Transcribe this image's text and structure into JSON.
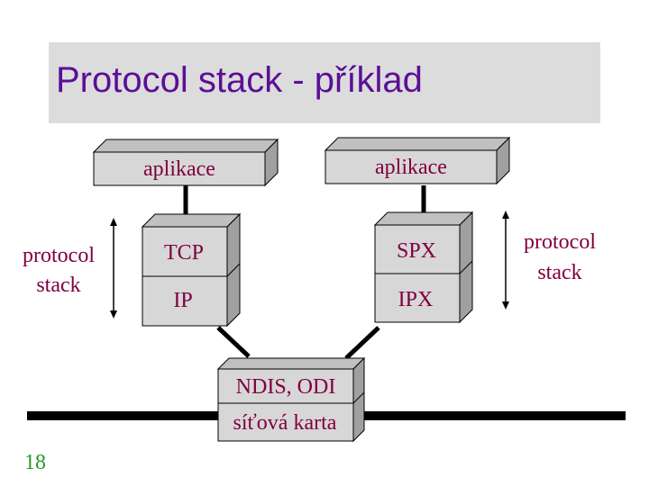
{
  "slide": {
    "title": "Protocol stack - příklad",
    "page_number": "18"
  },
  "diagram": {
    "left_app": "aplikace",
    "right_app": "aplikace",
    "left_stack": {
      "upper": "TCP",
      "lower": "IP"
    },
    "right_stack": {
      "upper": "SPX",
      "lower": "IPX"
    },
    "driver": "NDIS, ODI",
    "network_card": "síťová karta",
    "left_stack_label": [
      "protocol",
      "stack"
    ],
    "right_stack_label": [
      "protocol",
      "stack"
    ]
  },
  "colors": {
    "text": "#800040",
    "title": "#5b0f96",
    "box_front": "#d7d7d7",
    "box_top": "#c0c0c0",
    "box_side": "#a0a0a0",
    "page_number": "#2a9a2a"
  }
}
